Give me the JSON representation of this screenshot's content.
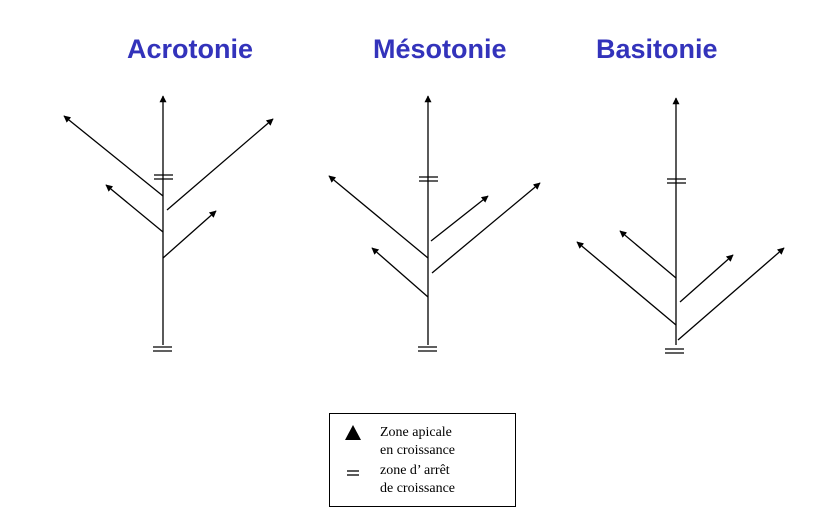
{
  "titles": {
    "acrotonie": "Acrotonie",
    "mesotonie": "Mésotonie",
    "basitonie": "Basitonie"
  },
  "colors": {
    "title": "#3333bb",
    "lines": "#000000"
  },
  "legend": {
    "apical_symbol": "triangle-arrowhead",
    "apical_line1": "Zone apicale",
    "apical_line2": "en croissance",
    "stop_symbol": "double-bar",
    "stop_line1": "zone d’ arrêt",
    "stop_line2": "de croissance"
  }
}
